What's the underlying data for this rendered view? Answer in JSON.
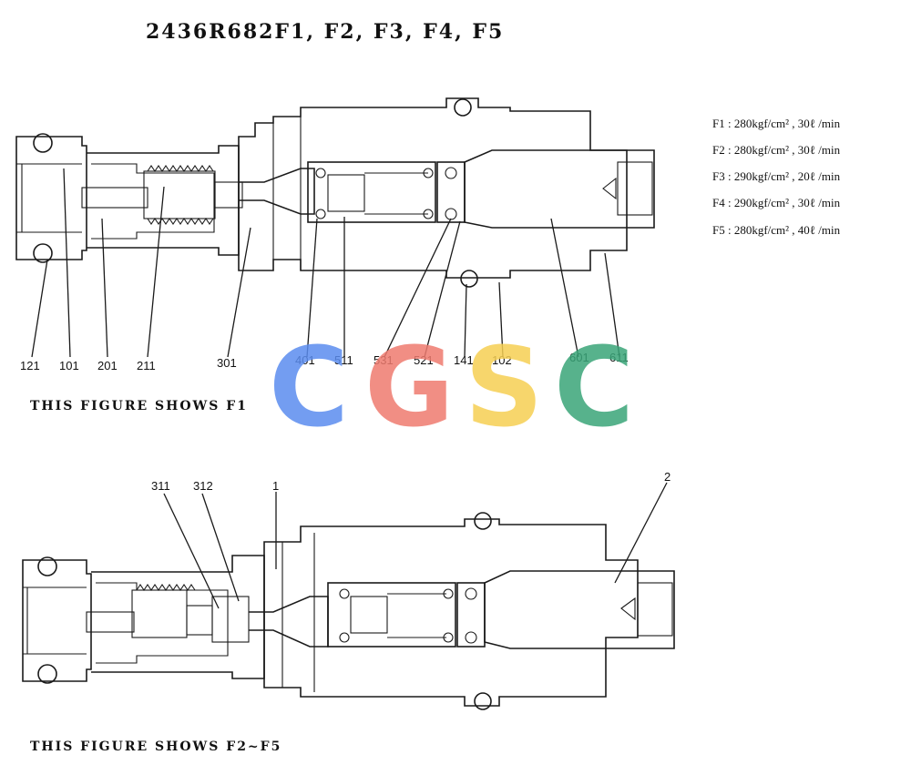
{
  "title": "2436R682F1, F2, F3, F4, F5",
  "specs": [
    "F1 : 280kgf/cm² , 30ℓ /min",
    "F2 : 280kgf/cm² , 30ℓ /min",
    "F3 : 290kgf/cm² , 20ℓ /min",
    "F4 : 290kgf/cm² , 30ℓ /min",
    "F5 : 280kgf/cm² , 40ℓ /min"
  ],
  "top_labels": [
    "121",
    "101",
    "201",
    "211",
    "301",
    "401",
    "511",
    "531",
    "521",
    "141",
    "102",
    "601",
    "611"
  ],
  "bottom_labels": [
    "311",
    "312",
    "1",
    "2"
  ],
  "captions": {
    "f1": "THIS FIGURE SHOWS F1",
    "f2_f5": "THIS FIGURE SHOWS F2~F5"
  },
  "watermark": {
    "letters": [
      "C",
      "G",
      "S",
      "C"
    ],
    "colors": [
      "#5b8def",
      "#ef7b6f",
      "#f6cf53",
      "#3aa579"
    ]
  }
}
